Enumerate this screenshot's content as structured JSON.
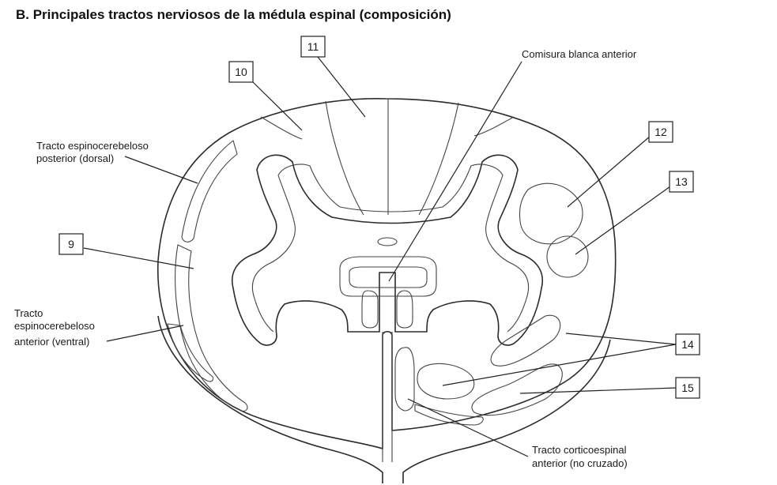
{
  "figure": {
    "title": "B. Principales tractos nerviosos de la médula espinal (composición)"
  },
  "labels": {
    "comisura": "Comisura blanca anterior",
    "tracto_posterior_l1": "Tracto espinocerebeloso",
    "tracto_posterior_l2": "posterior (dorsal)",
    "tracto_anterior_l1": "Tracto",
    "tracto_anterior_l2": "espinocerebeloso",
    "tracto_anterior_l3": "anterior (ventral)",
    "corticoespinal_l1": "Tracto corticoespinal",
    "corticoespinal_l2": "anterior (no cruzado)"
  },
  "numbered_boxes": {
    "n9": "9",
    "n10": "10",
    "n11": "11",
    "n12": "12",
    "n13": "13",
    "n14": "14",
    "n15": "15"
  }
}
